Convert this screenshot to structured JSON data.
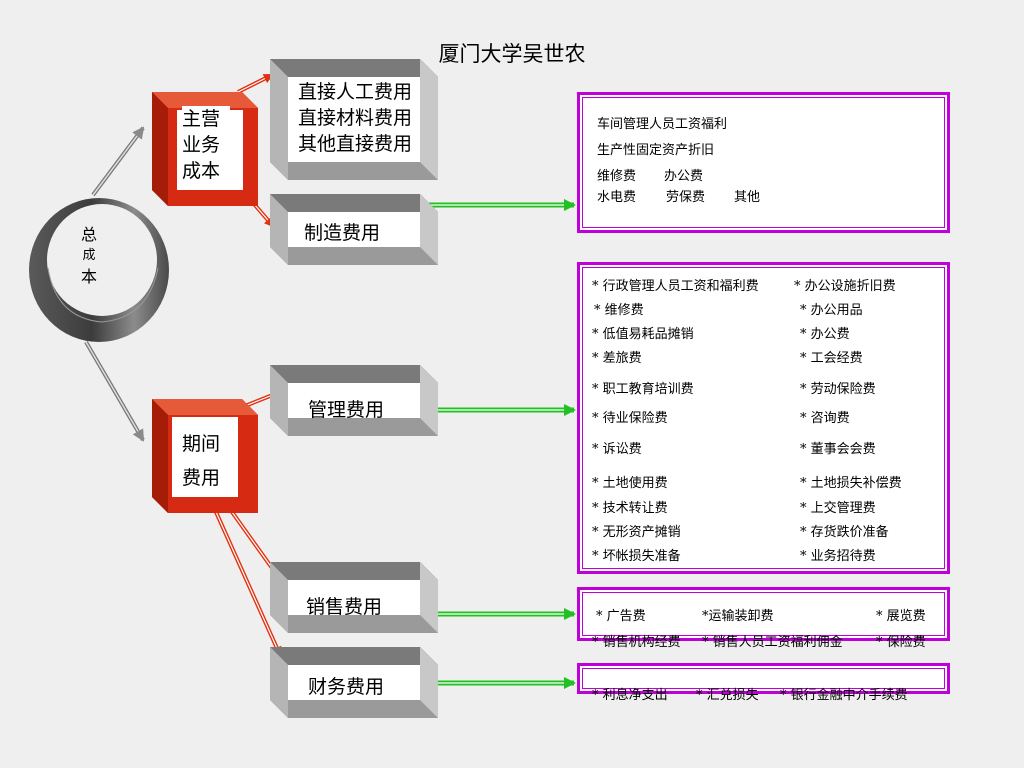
{
  "title": "厦门大学吴世农",
  "total_cost": {
    "line1": "总",
    "line2": "成",
    "line3": "本"
  },
  "main_business_cost": {
    "line1": "主营",
    "line2": "业务",
    "line3": "成本"
  },
  "period_expense": {
    "line1": "期间",
    "line2": "费用"
  },
  "direct_costs": {
    "line1": "直接人工费用",
    "line2": "直接材料费用",
    "line3": "其他直接费用"
  },
  "manufacturing": {
    "label": "制造费用"
  },
  "management": {
    "label": "管理费用"
  },
  "sales": {
    "label": "销售费用"
  },
  "finance": {
    "label": "财务费用"
  },
  "manufacturing_items": {
    "row1": "车间管理人员工资福利",
    "row2": "生产性固定资产折旧",
    "row3": [
      "维修费",
      "办公费"
    ],
    "row4": [
      "水电费",
      "劳保费",
      "其他"
    ]
  },
  "management_items": {
    "left": [
      "* 行政管理人员工资和福利费",
      "* 维修费",
      "* 低值易耗品摊销",
      "* 差旅费",
      "* 职工教育培训费",
      "* 待业保险费",
      "* 诉讼费",
      "* 土地使用费",
      "* 技术转让费",
      "* 无形资产摊销",
      "* 坏帐损失准备"
    ],
    "right": [
      "* 办公设施折旧费",
      "* 办公用品",
      "* 办公费",
      "* 工会经费",
      "* 劳动保险费",
      "* 咨询费",
      "* 董事会会费",
      "* 土地损失补偿费",
      "* 上交管理费",
      "* 存货跌价准备",
      "* 业务招待费"
    ]
  },
  "sales_items": {
    "row1": [
      "* 广告费",
      "*运输装卸费",
      "* 展览费"
    ],
    "row2": [
      "* 销售机构经费",
      "* 销售人员工资福利佣金",
      "* 保险费"
    ]
  },
  "finance_items": [
    "* 利息净支出",
    "* 汇兑损失",
    "* 银行金融中介手续费"
  ],
  "colors": {
    "red": "#d62a12",
    "purple": "#c000d8",
    "gray": "#9a9a9a",
    "green": "#22c022"
  }
}
